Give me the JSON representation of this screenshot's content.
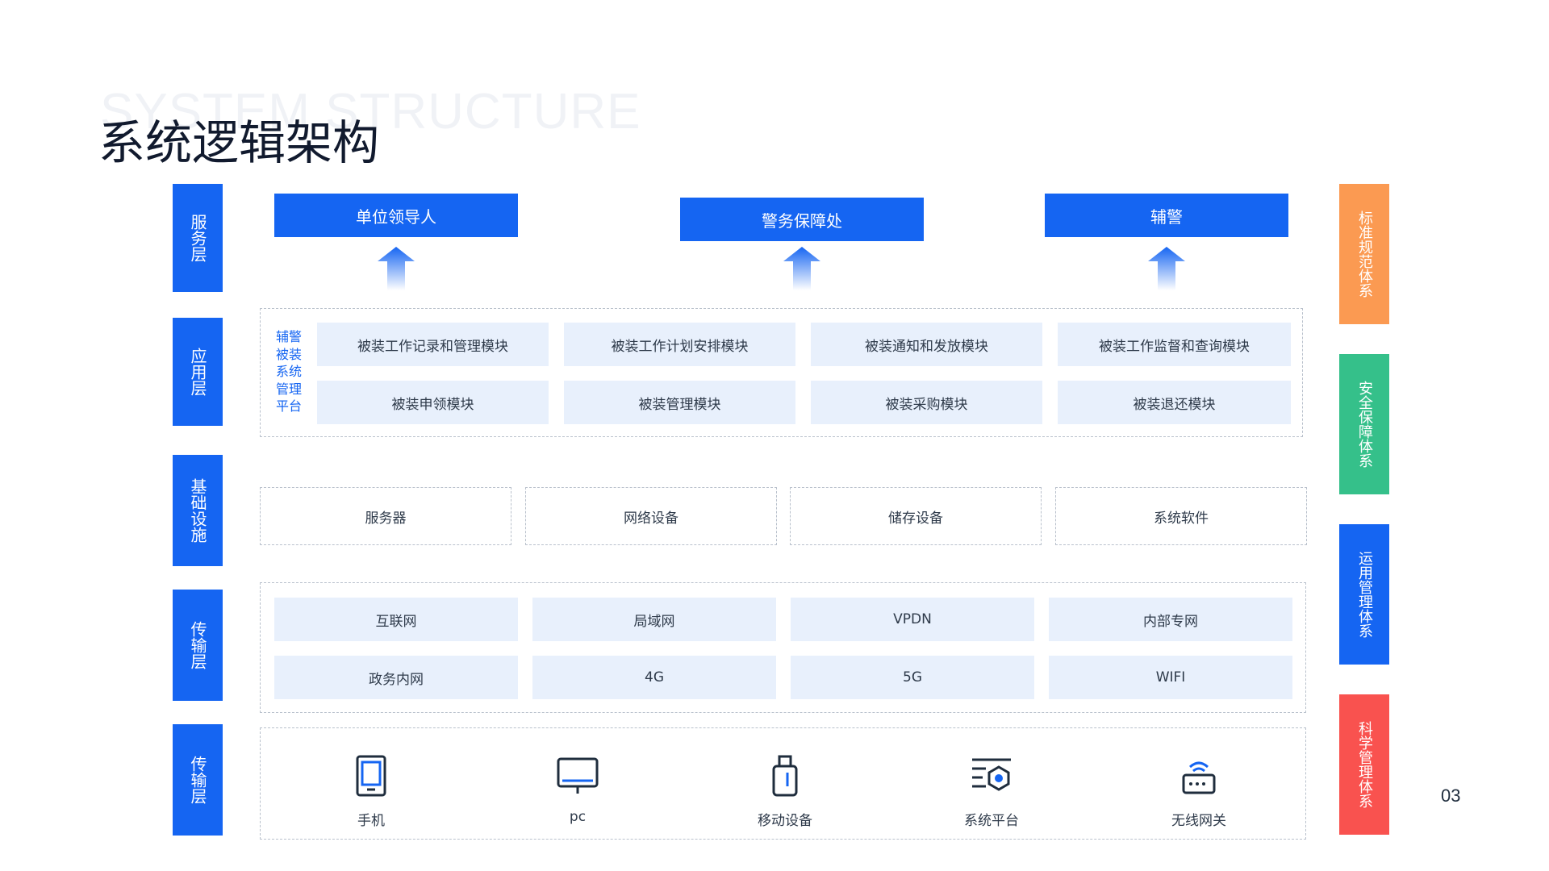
{
  "header": {
    "subtitle_en": "SYSTEM STRUCTURE",
    "title": "系统逻辑架构"
  },
  "layers": [
    {
      "label": "服务层"
    },
    {
      "label": "应用层"
    },
    {
      "label": "基础设施"
    },
    {
      "label": "传输层"
    },
    {
      "label": "传输层"
    }
  ],
  "systems": [
    {
      "label": "标准规范体系",
      "color": "#fb9a52"
    },
    {
      "label": "安全保障体系",
      "color": "#35c08a"
    },
    {
      "label": "运用管理体系",
      "color": "#1565f2"
    },
    {
      "label": "科学管理体系",
      "color": "#f9524f"
    }
  ],
  "services": [
    "单位领导人",
    "警务保障处",
    "辅警"
  ],
  "platform": {
    "title_lines": [
      "辅警",
      "被装",
      "系统",
      "管理",
      "平台"
    ],
    "modules": [
      "被装工作记录和管理模块",
      "被装工作计划安排模块",
      "被装通知和发放模块",
      "被装工作监督和查询模块",
      "被装申领模块",
      "被装管理模块",
      "被装采购模块",
      "被装退还模块"
    ]
  },
  "infrastructure": [
    "服务器",
    "网络设备",
    "储存设备",
    "系统软件"
  ],
  "networks": [
    "互联网",
    "局域网",
    "VPDN",
    "内部专网",
    "政务内网",
    "4G",
    "5G",
    "WIFI"
  ],
  "devices": [
    {
      "label": "手机",
      "icon": "tablet-icon"
    },
    {
      "label": "pc",
      "icon": "monitor-icon"
    },
    {
      "label": "移动设备",
      "icon": "usb-drive-icon"
    },
    {
      "label": "系统平台",
      "icon": "platform-settings-icon"
    },
    {
      "label": "无线网关",
      "icon": "wifi-router-icon"
    }
  ],
  "colors": {
    "primary": "#1565f2",
    "module_bg": "#e8f0fc"
  },
  "page_number": "03"
}
